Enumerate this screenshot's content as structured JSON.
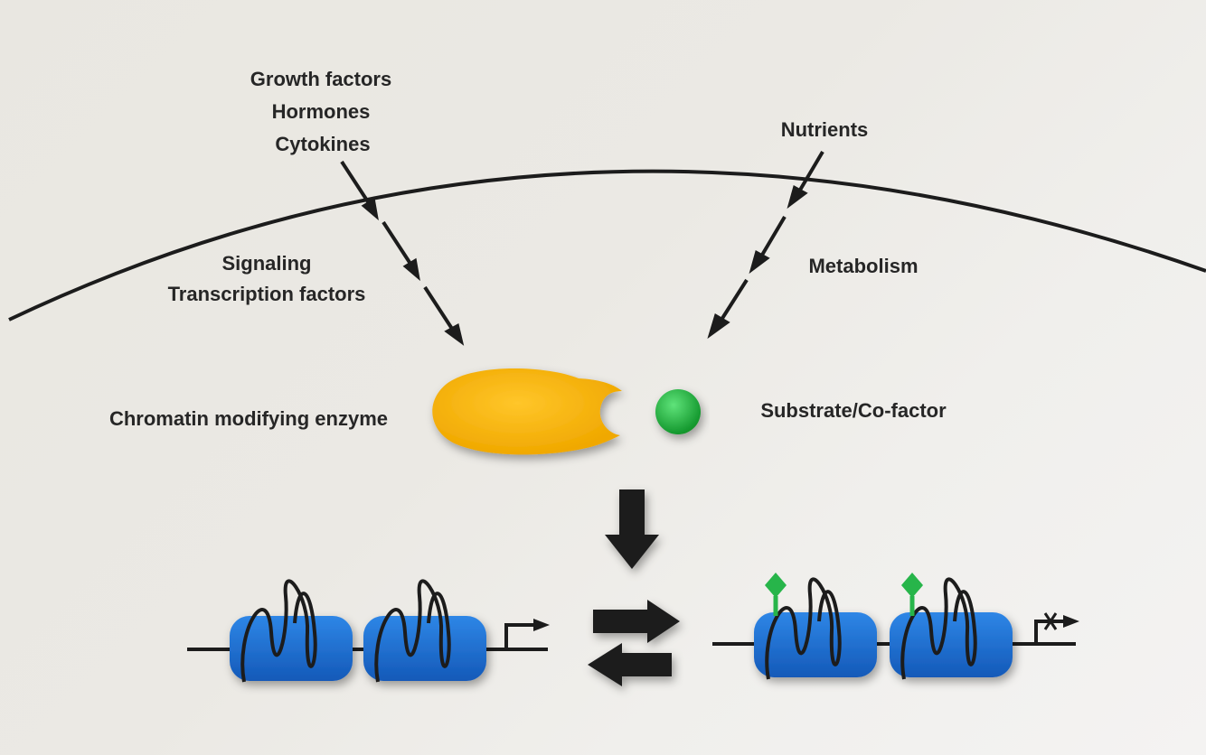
{
  "labels": {
    "extracellular": [
      "Growth factors",
      "Hormones",
      "Cytokines"
    ],
    "nutrients": "Nutrients",
    "signaling": [
      "Signaling",
      "Transcription factors"
    ],
    "metabolism": "Metabolism",
    "enzyme": "Chromatin modifying enzyme",
    "substrate": "Substrate/Co-factor"
  },
  "colors": {
    "enzyme": "#f5b400",
    "substrate": "#1fae3a",
    "nucleosome": "#1f6fd0",
    "mark": "#27b54a",
    "ink": "#1c1c1c"
  }
}
